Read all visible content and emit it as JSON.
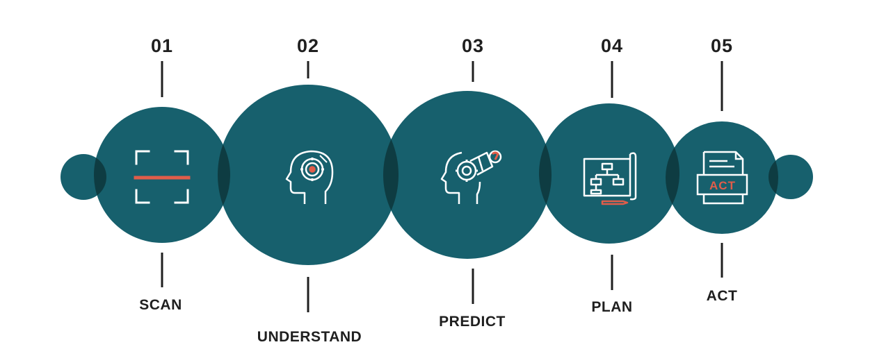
{
  "colors": {
    "circle": "#17606d",
    "overlap": "#0e3c42",
    "accent": "#e05d4a",
    "icon": "#ffffff",
    "line": "#1f1f1f"
  },
  "steps": [
    {
      "number": "01",
      "label": "SCAN",
      "icon": "scan-frame-icon"
    },
    {
      "number": "02",
      "label": "UNDERSTAND",
      "icon": "head-gear-icon"
    },
    {
      "number": "03",
      "label": "PREDICT",
      "icon": "head-telescope-icon"
    },
    {
      "number": "04",
      "label": "PLAN",
      "icon": "blueprint-flowchart-icon"
    },
    {
      "number": "05",
      "label": "ACT",
      "icon": "act-document-icon"
    }
  ],
  "act_icon_text": "ACT"
}
